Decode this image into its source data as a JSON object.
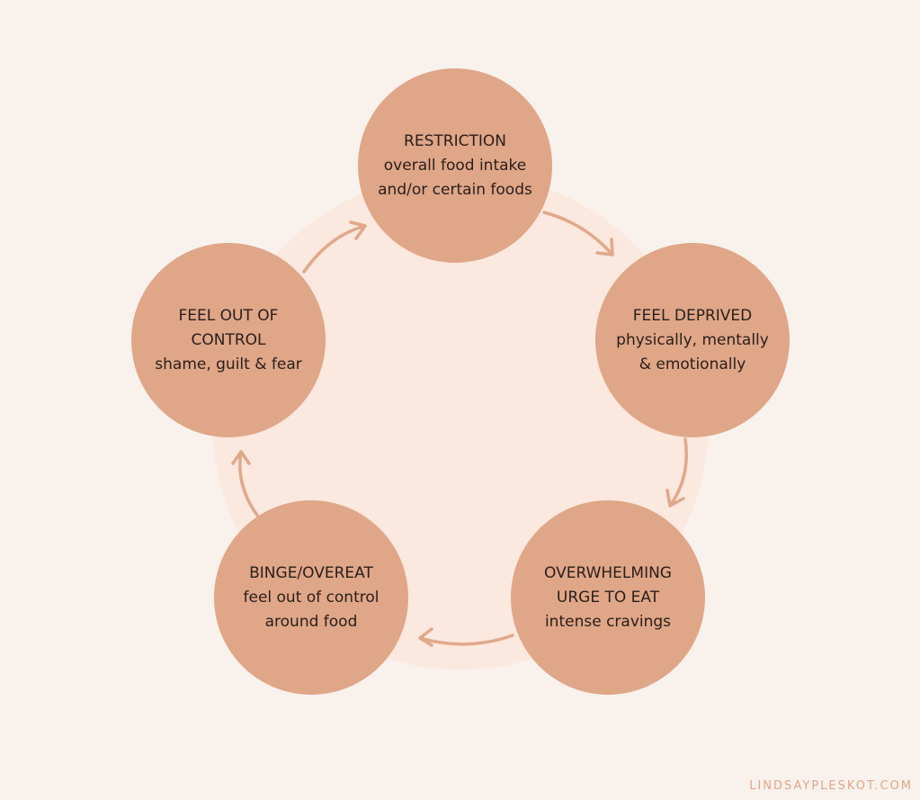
{
  "nodes": [
    {
      "title": "RESTRICTION",
      "lines": [
        "overall food intake",
        "and/or certain foods"
      ]
    },
    {
      "title": "FEEL DEPRIVED",
      "lines": [
        "physically, mentally",
        "& emotionally"
      ]
    },
    {
      "title": "OVERWHELMING",
      "title2": "URGE TO EAT",
      "lines": [
        "intense cravings"
      ]
    },
    {
      "title": "BINGE/OVEREAT",
      "lines": [
        "feel out of control",
        "around food"
      ]
    },
    {
      "title": "FEEL OUT OF",
      "title2": "CONTROL",
      "lines": [
        "shame, guilt & fear"
      ]
    }
  ],
  "footer": "LINDSAYPLESKOT.COM",
  "colors": {
    "background": "#f9f1ec",
    "inner": "#fbe8df",
    "node": "#dfa688",
    "arrow": "#e0a88a"
  }
}
